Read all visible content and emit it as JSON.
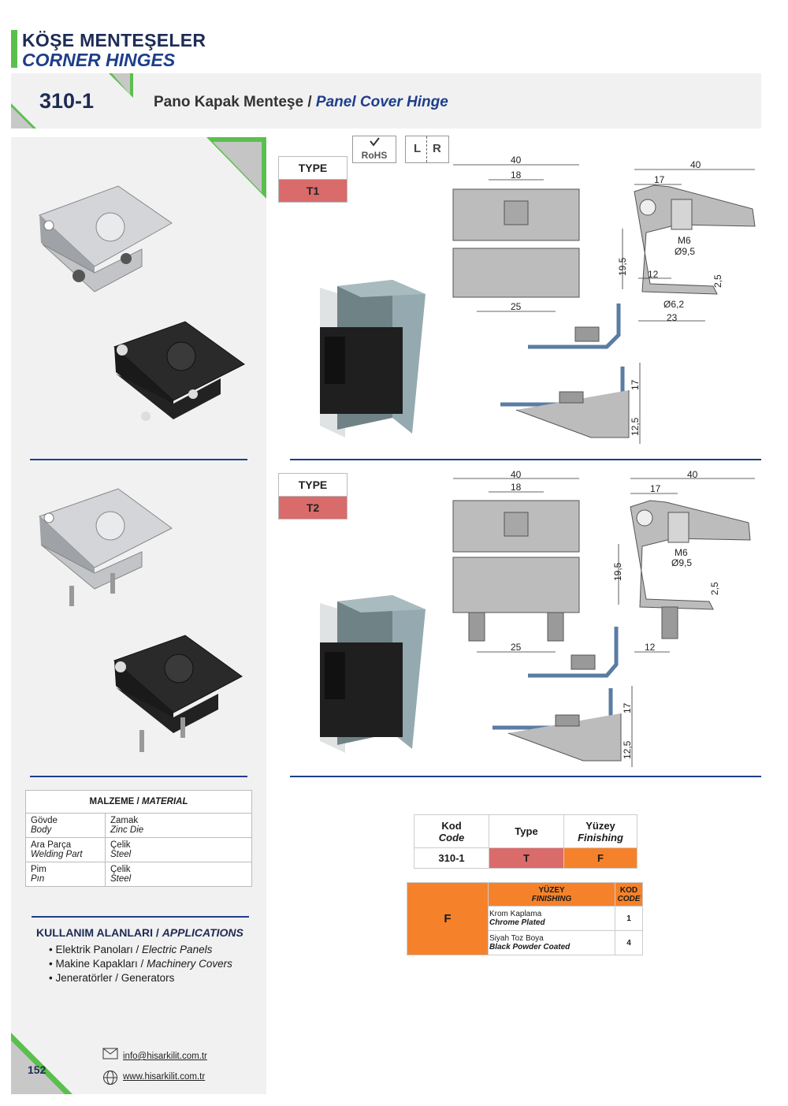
{
  "header": {
    "title_tr": "KÖŞE MENTEŞELER",
    "title_en": "CORNER HINGES"
  },
  "product": {
    "code": "310-1",
    "name_tr": "Pano Kapak Menteşe",
    "separator": " / ",
    "name_en": "Panel Cover Hinge"
  },
  "badges": {
    "rohs": "RoHS",
    "lr_left": "L",
    "lr_right": "R"
  },
  "types": [
    {
      "header": "TYPE",
      "value": "T1"
    },
    {
      "header": "TYPE",
      "value": "T2"
    }
  ],
  "drawing_t1": {
    "front": {
      "w40": "40",
      "w18": "18",
      "w25": "25"
    },
    "side": {
      "w40": "40",
      "w17": "17",
      "h19": "19,5",
      "m6": "M6",
      "d95": "Ø9,5",
      "w12": "12",
      "t25": "2,5",
      "d62": "Ø6,2",
      "w23": "23"
    },
    "assembly": {
      "h17": "17",
      "h125": "12,5"
    }
  },
  "drawing_t2": {
    "front": {
      "w40": "40",
      "w18": "18",
      "w25": "25"
    },
    "side": {
      "w40": "40",
      "w17": "17",
      "h19": "19,5",
      "m6": "M6",
      "d95": "Ø9,5",
      "w12": "12",
      "t25": "2,5"
    },
    "assembly": {
      "h17": "17",
      "h125": "12,5"
    }
  },
  "material": {
    "header_tr": "MALZEME",
    "header_en": "MATERIAL",
    "rows": [
      {
        "part_tr": "Gövde",
        "part_en": "Body",
        "mat_tr": "Zamak",
        "mat_en": "Zinc Die"
      },
      {
        "part_tr": "Ara Parça",
        "part_en": "Welding Part",
        "mat_tr": "Çelik",
        "mat_en": "Steel"
      },
      {
        "part_tr": "Pim",
        "part_en": "Pın",
        "mat_tr": "Çelik",
        "mat_en": "Steel"
      }
    ]
  },
  "applications": {
    "title_tr": "KULLANIM ALANLARI",
    "title_en": "APPLICATIONS",
    "items": [
      {
        "tr": "Elektrik Panoları",
        "en": "Electric Panels"
      },
      {
        "tr": "Makine Kapakları",
        "en": "Machinery Covers"
      },
      {
        "tr": "Jeneratörler",
        "en": "Generators"
      }
    ]
  },
  "order_code": {
    "col1_tr": "Kod",
    "col1_en": "Code",
    "col2": "Type",
    "col3_tr": "Yüzey",
    "col3_en": "Finishing",
    "code": "310-1",
    "type": "T",
    "finish": "F"
  },
  "finishing": {
    "letter": "F",
    "header_tr": "YÜZEY",
    "header_en": "FINISHING",
    "kod_tr": "KOD",
    "kod_en": "CODE",
    "rows": [
      {
        "tr": "Krom Kaplama",
        "en": "Chrome Plated",
        "code": "1"
      },
      {
        "tr": "Siyah Toz Boya",
        "en": "Black Powder Coated",
        "code": "4"
      }
    ]
  },
  "footer": {
    "page": "152",
    "email": "info@hisarkilit.com.tr",
    "web": "www.hisarkilit.com.tr"
  },
  "colors": {
    "accent_green": "#5bbf4e",
    "navy": "#1d2b55",
    "type_red": "#da6b6b",
    "finish_orange": "#f5822a"
  }
}
